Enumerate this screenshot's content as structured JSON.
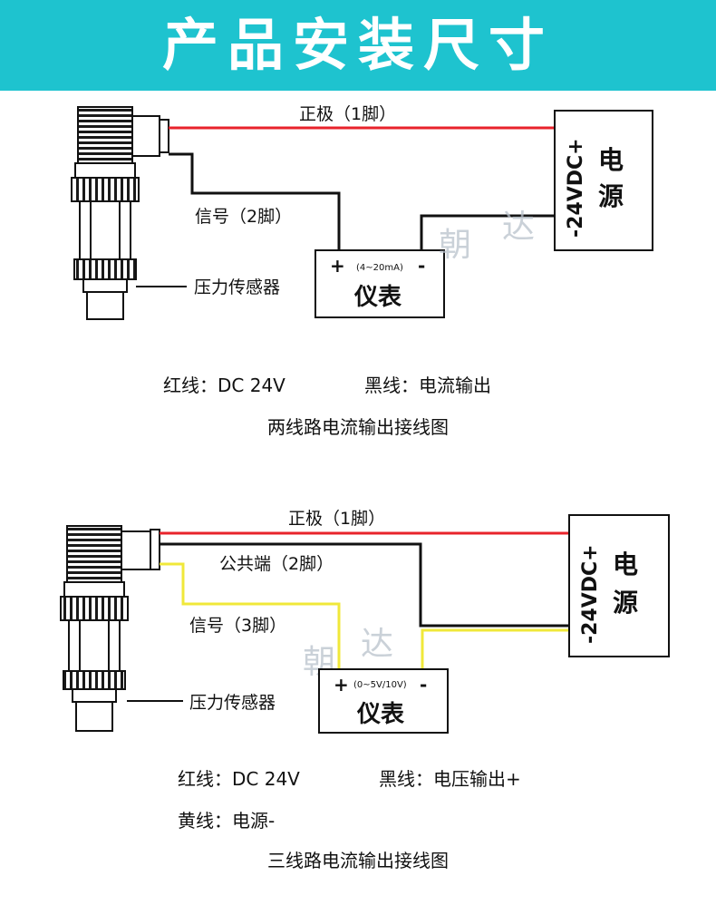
{
  "banner": {
    "title": "产品安装尺寸",
    "color": "#1ec3cf"
  },
  "wire_colors": {
    "red": "#e8232b",
    "black": "#111111",
    "yellow": "#f0e83a"
  },
  "watermark": {
    "char1": "朝",
    "char2": "达"
  },
  "diagram1": {
    "positive_label": "正极（1脚）",
    "signal_label": "信号（2脚）",
    "sensor_label": "压力传感器",
    "meter": {
      "plus": "+",
      "range": "(4~20mA)",
      "minus": "-",
      "name": "仪表"
    },
    "psu": {
      "voltage": "-24VDC+",
      "char1": "电",
      "char2": "源"
    },
    "notes": {
      "red": "红线：DC 24V",
      "black": "黑线：电流输出"
    },
    "caption": "两线路电流输出接线图"
  },
  "diagram2": {
    "positive_label": "正极（1脚）",
    "common_label": "公共端（2脚）",
    "signal_label": "信号（3脚）",
    "sensor_label": "压力传感器",
    "meter": {
      "plus": "+",
      "range": "(0~5V/10V)",
      "minus": "-",
      "name": "仪表"
    },
    "psu": {
      "voltage": "-24VDC+",
      "char1": "电",
      "char2": "源"
    },
    "notes": {
      "red": "红线：DC 24V",
      "black": "黑线：电压输出+",
      "yellow": "黄线：电源-"
    },
    "caption": "三线路电流输出接线图"
  }
}
